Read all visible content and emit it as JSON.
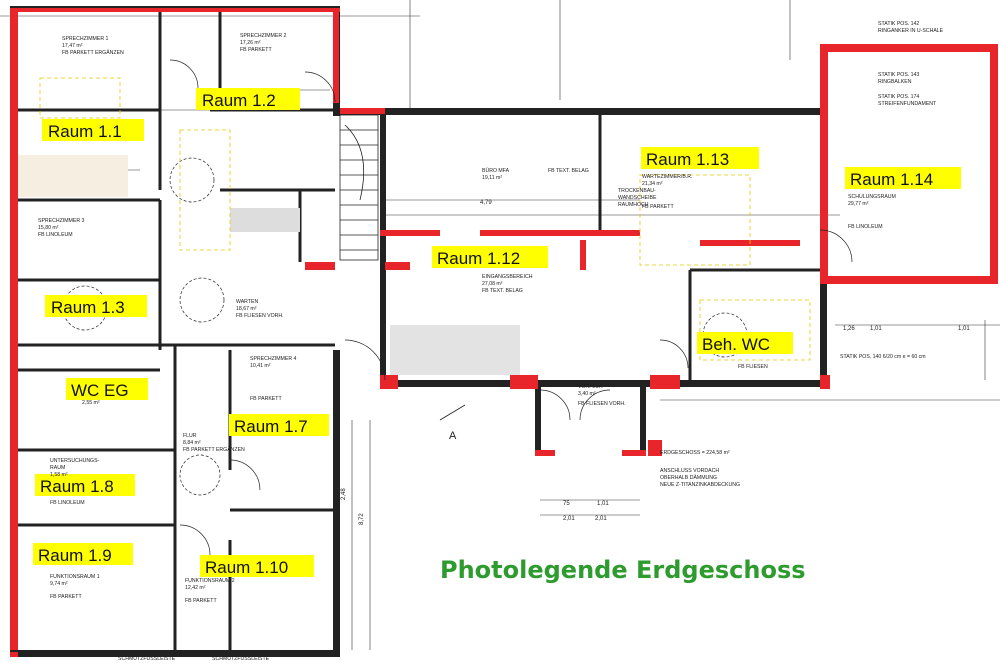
{
  "legend_title": "Photolegende Erdgeschoss",
  "section_marker": "A",
  "colors": {
    "wall_red": "#e8252a",
    "label_bg": "#ffff00",
    "legend_green": "#2e9b2e",
    "line": "#222222"
  },
  "rooms": [
    {
      "id": "r11",
      "label": "Raum 1.1",
      "notes": [
        "SPRECHZIMMER 1",
        "17,47 m²",
        "FB PARKETT ERGÄNZEN"
      ]
    },
    {
      "id": "r12",
      "label": "Raum 1.2",
      "notes": [
        "SPRECHZIMMER 2",
        "17,26 m²",
        "FB PARKETT"
      ]
    },
    {
      "id": "r13",
      "label": "Raum 1.3",
      "notes": [
        "SPRECHZIMMER 3",
        "15,80 m²",
        "FB LINOLEUM"
      ]
    },
    {
      "id": "rwc",
      "label": "WC EG",
      "notes": [
        "2,55 m²"
      ]
    },
    {
      "id": "r17",
      "label": "Raum 1.7",
      "notes": [
        "SPRECHZIMMER 4",
        "10,41 m²",
        "FB PARKETT"
      ]
    },
    {
      "id": "r18",
      "label": "Raum 1.8",
      "notes": [
        "UNTERSUCHUNGS-",
        "RAUM",
        "1,58 m²",
        "FB LINOLEUM"
      ]
    },
    {
      "id": "r19",
      "label": "Raum 1.9",
      "notes": [
        "FUNKTIONSRAUM 1",
        "9,74 m²",
        "FB PARKETT"
      ]
    },
    {
      "id": "r110",
      "label": "Raum 1.10",
      "notes": [
        "FUNKTIONSRAUM 2",
        "12,42 m²",
        "FB PARKETT"
      ]
    },
    {
      "id": "r112",
      "label": "Raum 1.12",
      "notes": [
        "EINGANGSBEREICH",
        "27,08 m²",
        "FB TEXT. BELAG"
      ]
    },
    {
      "id": "r113",
      "label": "Raum 1.13",
      "notes": [
        "WARTEZIMMER/B.R.",
        "21,34 m²",
        "FB PARKETT"
      ]
    },
    {
      "id": "r114",
      "label": "Raum 1.14",
      "notes": [
        "SCHULUNGSRAUM",
        "29,77 m²",
        "FB LINOLEUM"
      ]
    },
    {
      "id": "rbwc",
      "label": "Beh. WC",
      "notes": [
        "FB FLIESEN"
      ]
    }
  ],
  "annotations": {
    "buro": [
      "BÜRO MFA",
      "19,11 m²",
      "FB TEXT. BELAG"
    ],
    "warten": [
      "WARTEN",
      "18,67 m²",
      "FB FLIESEN VORH."
    ],
    "flur": [
      "FLUR",
      "8,84 m²",
      "FB PARKETT ERGÄNZEN"
    ],
    "vorflur": [
      "VORFLUR",
      "3,40 m²",
      "FB FLIESEN VORH."
    ],
    "erdgeschoss": "ERDGESCHOSS = 224,58 m²",
    "statik_top": [
      "STATIK POS. 142",
      "RINGANKER IN U-SCHALE"
    ],
    "statik_ring": [
      "STATIK POS. 143",
      "RINGBALKEN"
    ],
    "statik_streifen": [
      "STATIK POS. 174",
      "STREIFENFUNDAMENT"
    ],
    "statik_bottom": "STATIK POS. 140  6/20 cm  e = 60 cm",
    "anschluss": [
      "ANSCHLUSS VORDACH",
      "OBERHALB DÄMMUNG",
      "NEUE Z-TITANZINKABDECKUNG"
    ],
    "trockenbau": [
      "TROCKENBAU-",
      "WANDSCHEIBE",
      "RAUMHOCH"
    ],
    "schutz1": "SCHMUTZFUSSLEISTE",
    "schutz2": "SCHMUTZFUSSLEISTE",
    "dims": [
      "75",
      "2,01",
      "2,01",
      "1,01",
      "4,79",
      "1,26",
      "1,01",
      "1,01",
      "2,48",
      "8,72"
    ]
  }
}
